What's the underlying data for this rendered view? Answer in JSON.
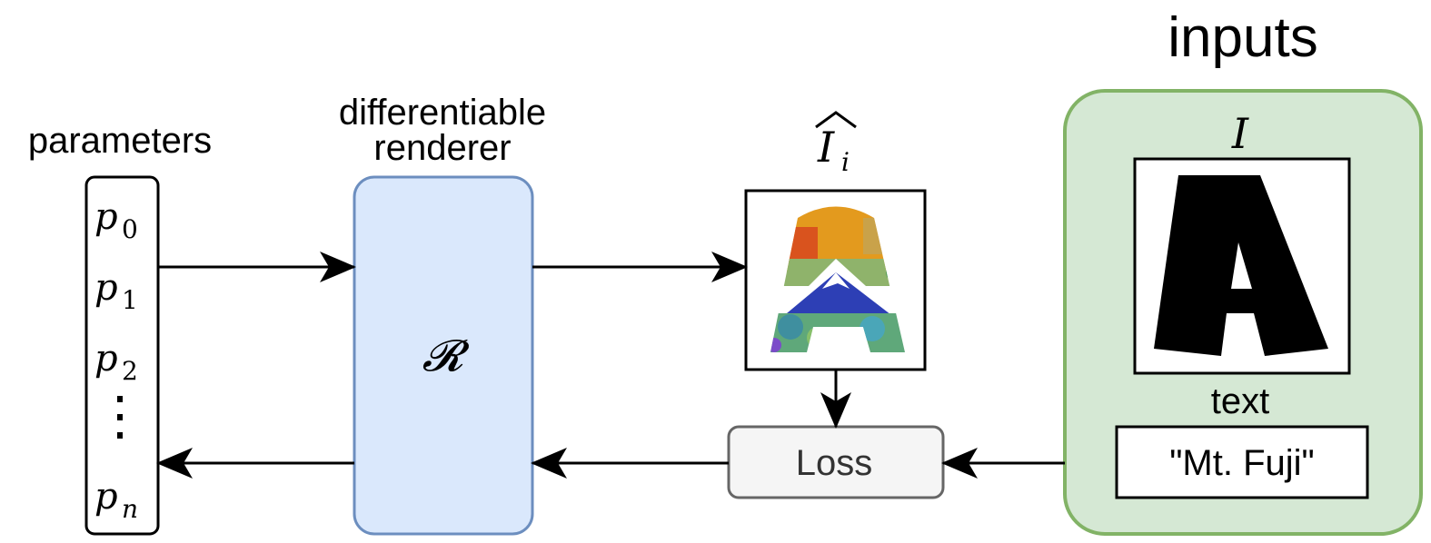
{
  "labels": {
    "parameters": "parameters",
    "renderer_line1": "differentiable",
    "renderer_line2": "renderer",
    "renderer_symbol": "𝓡",
    "output_symbol": "I",
    "output_subscript": "i",
    "inputs_title": "inputs",
    "input_image_symbol": "I",
    "input_glyph": "A",
    "text_label": "text",
    "text_value": "\"Mt. Fuji\"",
    "loss": "Loss"
  },
  "parameters": [
    {
      "base": "p",
      "sub": "0"
    },
    {
      "base": "p",
      "sub": "1"
    },
    {
      "base": "p",
      "sub": "2"
    },
    {
      "base": "p",
      "sub": "n"
    }
  ],
  "colors": {
    "renderer_fill": "#dae8fc",
    "renderer_stroke": "#6c8ebf",
    "inputs_fill": "#d5e8d4",
    "inputs_stroke": "#82b366",
    "loss_fill": "#f5f5f5",
    "loss_stroke": "#666666",
    "line": "#000000"
  }
}
